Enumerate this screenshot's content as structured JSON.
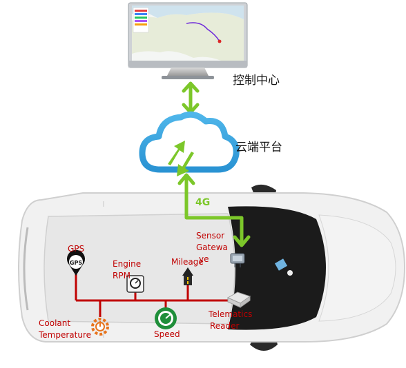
{
  "labels": {
    "control_center": "控制中心",
    "cloud_platform": "云端平台",
    "network": "4G",
    "gps": "GPS",
    "engine_rpm_1": "Engine",
    "engine_rpm_2": "RPM",
    "mileage": "Mileage",
    "sensor_gateway_1": "Sensor",
    "sensor_gateway_2": "Gatewa",
    "sensor_gateway_3": "ye",
    "coolant_1": "Coolant",
    "coolant_2": "Temperature",
    "speed": "Speed",
    "telematics_1": "Telematics",
    "telematics_2": "Reader",
    "gps_icon_text": "GPS"
  },
  "colors": {
    "arrow_green": "#7cc72a",
    "bus_red": "#c00000",
    "cloud_blue": "#3aa7e0",
    "car_body": "#f2f2f2",
    "car_roof": "#1a1a1a"
  }
}
